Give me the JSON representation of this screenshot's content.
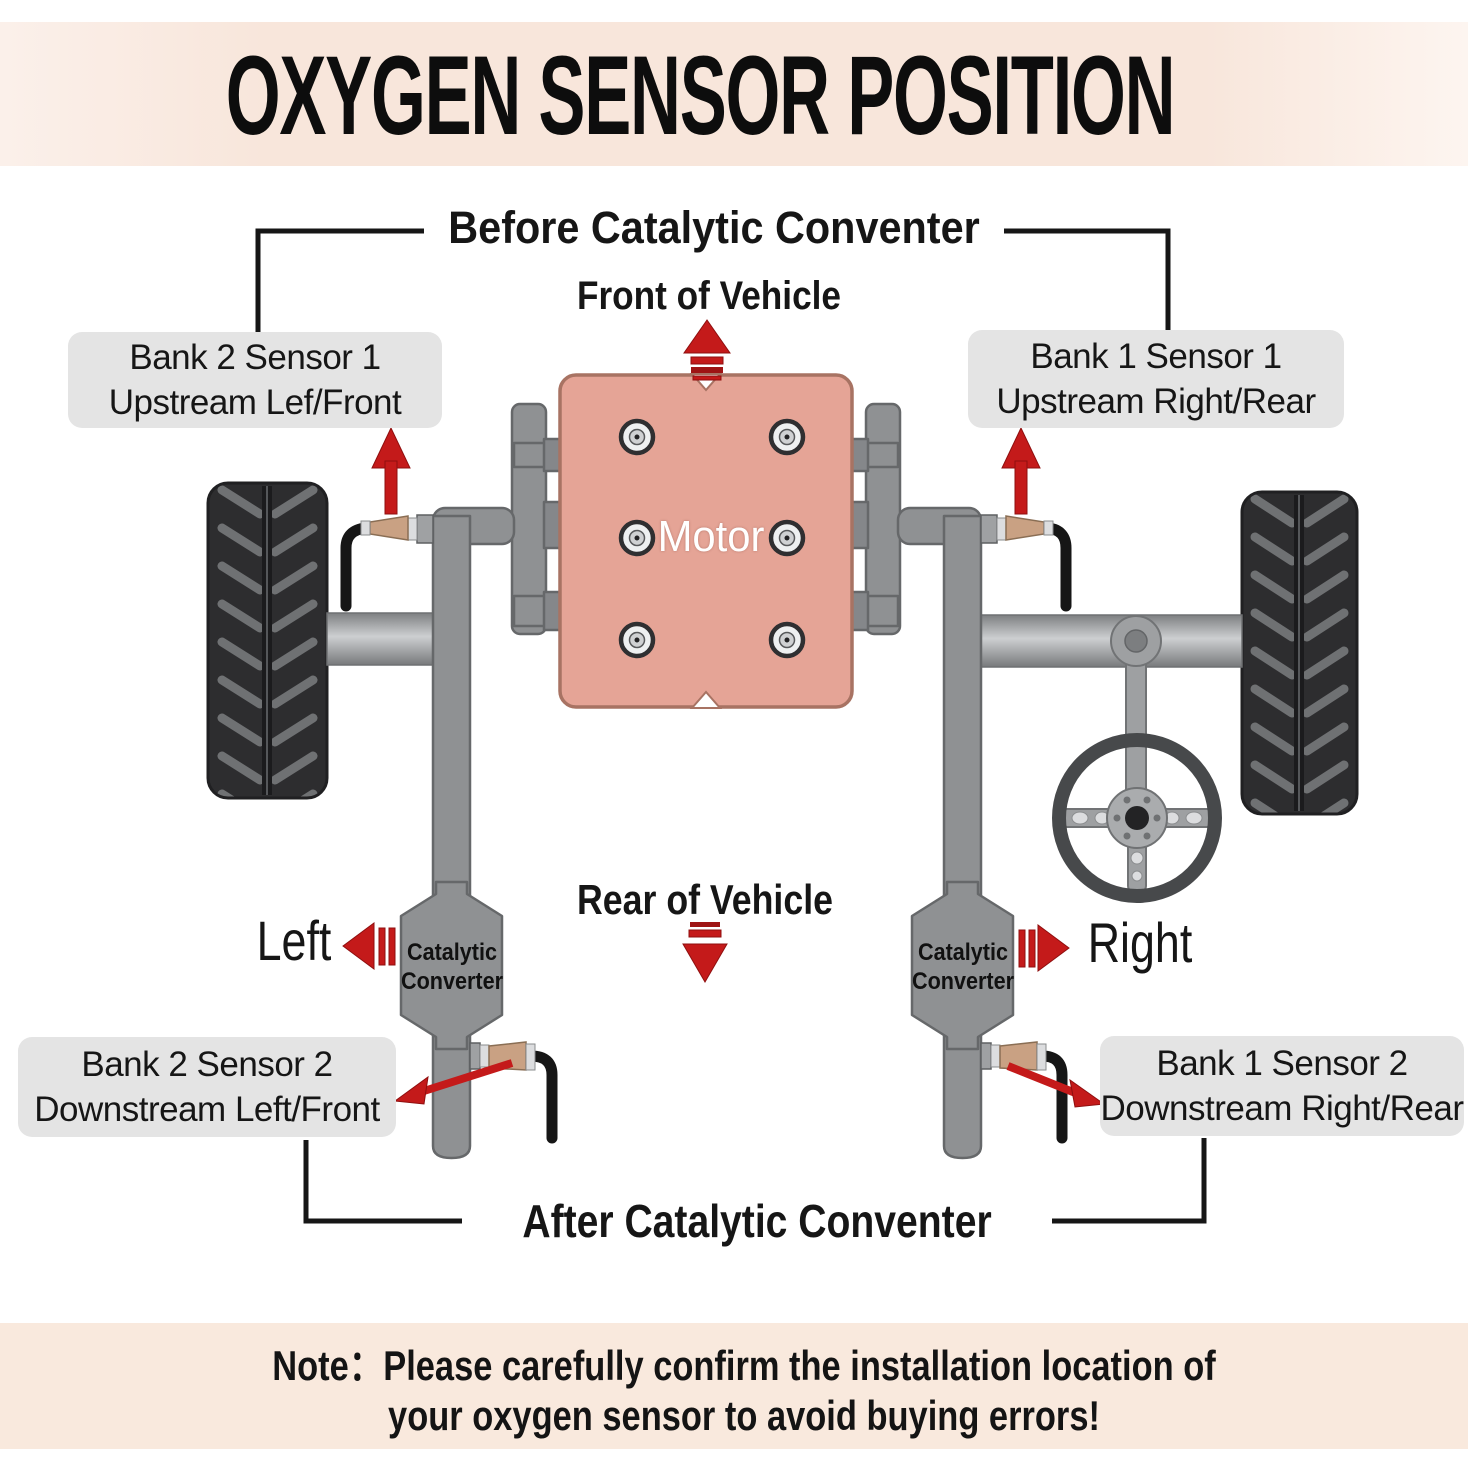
{
  "title": "OXYGEN SENSOR POSITION",
  "labels": {
    "before": "Before Catalytic Conventer",
    "after": "After Catalytic Conventer",
    "front": "Front of Vehicle",
    "rear": "Rear of Vehicle",
    "left": "Left",
    "right": "Right",
    "motor": "Motor"
  },
  "converter": {
    "line1": "Catalytic",
    "line2": "Converter"
  },
  "boxes": {
    "upstream_left": {
      "line1": "Bank 2 Sensor 1",
      "line2": "Upstream Lef/Front"
    },
    "upstream_right": {
      "line1": "Bank 1 Sensor 1",
      "line2": "Upstream Right/Rear"
    },
    "downstream_left": {
      "line1": "Bank 2 Sensor 2",
      "line2": "Downstream Left/Front"
    },
    "downstream_right": {
      "line1": "Bank 1 Sensor 2",
      "line2": "Downstream Right/Rear"
    }
  },
  "note": {
    "label": "Note：",
    "line1": "Please carefully confirm the installation location of",
    "line2": "your oxygen sensor to avoid buying errors!"
  },
  "colors": {
    "band_peach": "#f8e6db",
    "note_peach": "#f9e9dd",
    "box_gray": "#e4e4e4",
    "pipe_gray": "#8f9193",
    "pipe_edge": "#66686a",
    "motor_pink": "#e5a496",
    "motor_edge": "#a87363",
    "accent_red": "#c41a1a",
    "accent_red_dark": "#9e1414",
    "text_dark": "#161616",
    "tire_dark": "#2d2d2f",
    "tread_gray": "#6f7173",
    "sensor_bronze": "#c9a183",
    "cable_black": "#161616"
  }
}
